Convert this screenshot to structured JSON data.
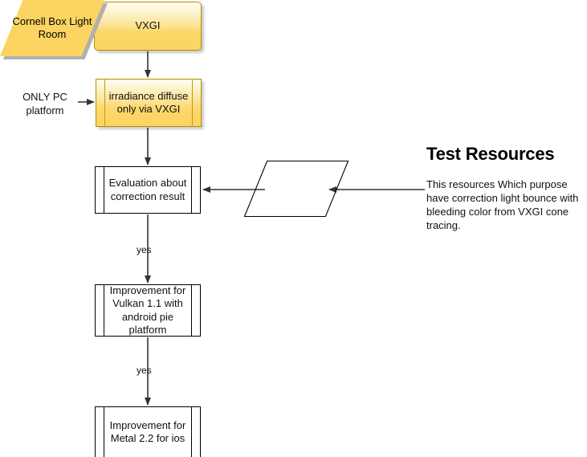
{
  "diagram": {
    "title_text": "Test Resources",
    "description_text": "This resources Which purpose have correction light bounce with bleeding color from VXGI cone tracing.",
    "side_note": "ONLY PC platform",
    "colors": {
      "node_fill_yellow": "#fcd462",
      "node_fill_yellow_light": "#fffdf2",
      "node_fill_white": "#ffffff",
      "node_border_yellow": "#b38f00",
      "node_border_black": "#000000",
      "connector": "#333333",
      "shadow": "#b0b0b0",
      "text": "#111111"
    },
    "nodes": [
      {
        "id": "vxgi",
        "label": "VXGI",
        "shape": "rounded-rectangle",
        "fill": "yellow-gradient"
      },
      {
        "id": "irradiance",
        "label": "irradiance diffuse only via VXGI",
        "shape": "predefined-process",
        "fill": "yellow-gradient"
      },
      {
        "id": "evaluation",
        "label": "Evaluation about correction result",
        "shape": "predefined-process",
        "fill": "white"
      },
      {
        "id": "vulkan",
        "label": "Improvement for Vulkan 1.1 with android pie platform",
        "shape": "predefined-process",
        "fill": "white"
      },
      {
        "id": "metal",
        "label": "Improvement for Metal 2.2 for ios",
        "shape": "predefined-process",
        "fill": "white"
      },
      {
        "id": "cornell",
        "label": "Cornell Box Light Room",
        "shape": "parallelogram",
        "fill": "yellow"
      }
    ],
    "edges": [
      {
        "from": "vxgi",
        "to": "irradiance",
        "label": ""
      },
      {
        "from": "irradiance",
        "to": "evaluation",
        "label": ""
      },
      {
        "from": "evaluation",
        "to": "vulkan",
        "label": "yes"
      },
      {
        "from": "vulkan",
        "to": "metal",
        "label": "yes"
      },
      {
        "from": "cornell",
        "to": "evaluation",
        "label": ""
      },
      {
        "from": "description",
        "to": "cornell",
        "label": ""
      },
      {
        "from": "side_note",
        "to": "irradiance",
        "label": ""
      }
    ],
    "edge_labels": {
      "yes_1": "yes",
      "yes_2": "yes"
    }
  }
}
